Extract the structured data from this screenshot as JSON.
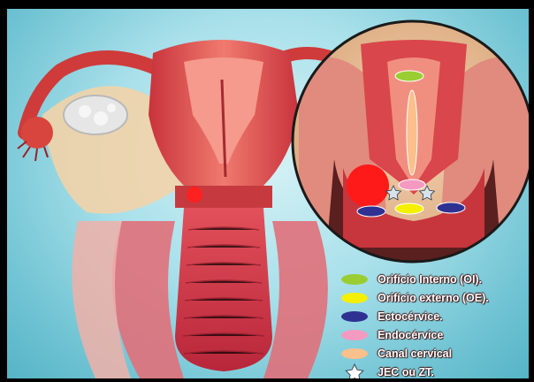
{
  "legend": {
    "items": [
      {
        "label": "Orifício Interno (OI).",
        "color": "#9acd32",
        "marker": "ellipse"
      },
      {
        "label": "Orifício externo (OE).",
        "color": "#f5f000",
        "marker": "ellipse"
      },
      {
        "label": "Ectocérvice.",
        "color": "#2e3192",
        "marker": "ellipse"
      },
      {
        "label": "Endocérvice",
        "color": "#f49ac1",
        "marker": "ellipse"
      },
      {
        "label": "Canal cervical",
        "color": "#fbc08c",
        "marker": "ellipse"
      },
      {
        "label": "JEC ou ZT.",
        "color": "#ffffff",
        "marker": "star"
      }
    ]
  }
}
